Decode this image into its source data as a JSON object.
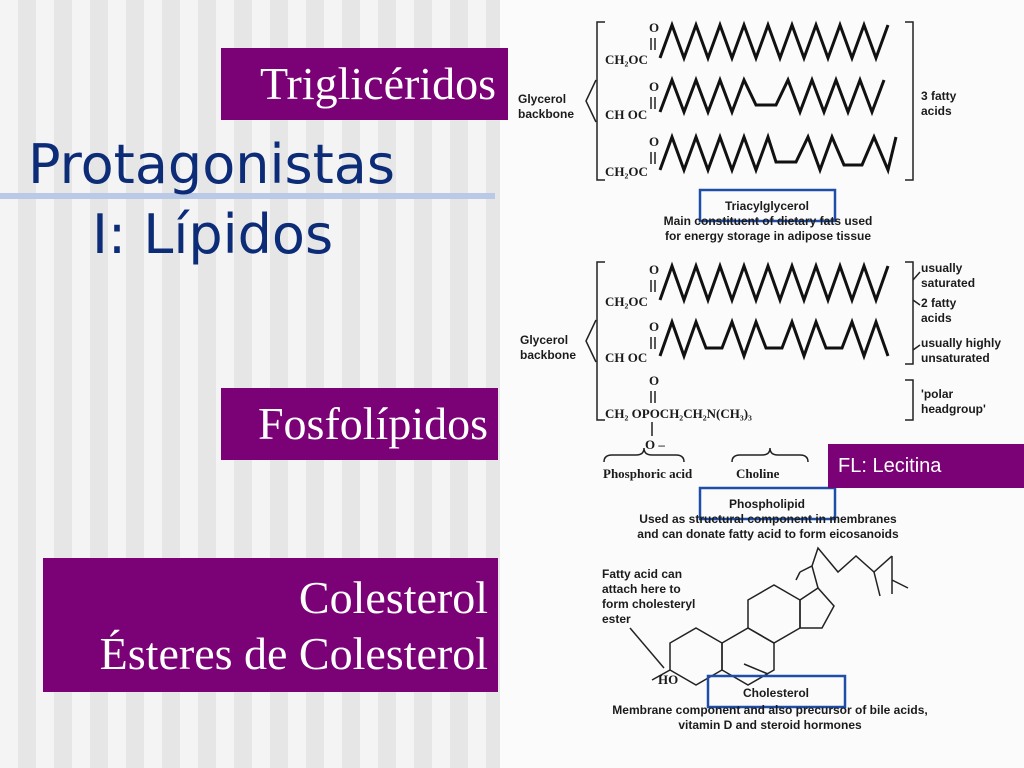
{
  "slide": {
    "title_line1": "Protagonistas",
    "title_line2": "I: Lípidos",
    "tags": {
      "triglycerides": "Triglicéridos",
      "phospholipids": "Fosfolípidos",
      "cholesterol_line1": "Colesterol",
      "cholesterol_line2": "Ésteres de Colesterol"
    },
    "fl_label": "FL: Lecitina",
    "colors": {
      "accent": "#7b0176",
      "title": "#0d2c78",
      "rule": "#b9c9e6",
      "box": "#1f4ea8"
    }
  },
  "figure": {
    "triacyl": {
      "backbone_l1": "Glycerol",
      "backbone_l2": "backbone",
      "carbonyl": "O",
      "row1": "CH₂OC",
      "row2": "CH OC",
      "row3": "CH₂OC",
      "fatty_l1": "3 fatty",
      "fatty_l2": "acids",
      "name": "Triacylglycerol",
      "cap1": "Main constituent of dietary fats used",
      "cap2": "for energy storage in adipose tissue"
    },
    "phospho": {
      "backbone_l1": "Glycerol",
      "backbone_l2": "backbone",
      "carbonyl": "O",
      "row1": "CH₂OC",
      "row2": "CH OC",
      "row3": "CH₂ OPOCH₂CH₂N(CH₃)₃",
      "o_minus": "O –",
      "sat_l1": "usually",
      "sat_l2": "saturated",
      "fatty_l1": "2 fatty",
      "fatty_l2": "acids",
      "unsat_l1": "usually highly",
      "unsat_l2": "unsaturated",
      "polar_l1": "'polar",
      "polar_l2": "headgroup'",
      "phosphoric": "Phosphoric acid",
      "choline": "Choline",
      "name": "Phospholipid",
      "cap1": "Used as structural component in membranes",
      "cap2": "and can donate fatty acid to form eicosanoids"
    },
    "chol": {
      "note_l1": "Fatty acid can",
      "note_l2": "attach here to",
      "note_l3": "form cholesteryl",
      "note_l4": "ester",
      "ho": "HO",
      "name": "Cholesterol",
      "cap1": "Membrane component and also precursor of bile acids,",
      "cap2": "vitamin D and steroid hormones"
    }
  }
}
